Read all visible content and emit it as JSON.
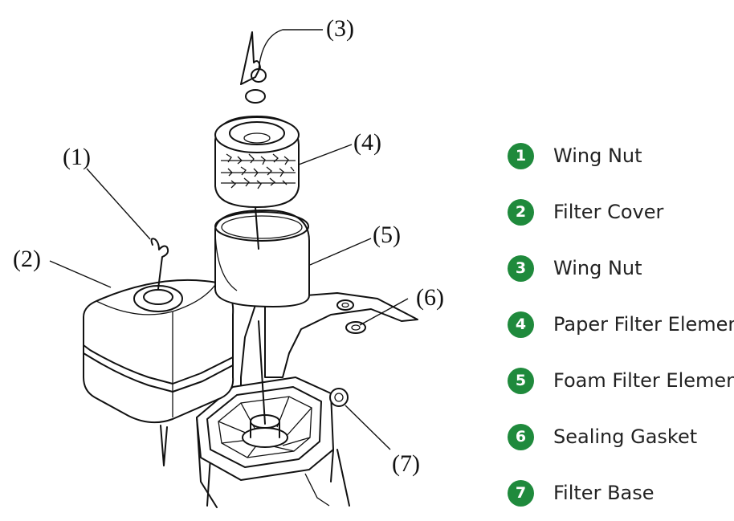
{
  "accent_color": "#1f8a3c",
  "callouts": [
    "(1)",
    "(2)",
    "(3)",
    "(4)",
    "(5)",
    "(6)",
    "(7)"
  ],
  "legend": [
    {
      "number": "1",
      "label": "Wing Nut"
    },
    {
      "number": "2",
      "label": "Filter Cover"
    },
    {
      "number": "3",
      "label": "Wing Nut"
    },
    {
      "number": "4",
      "label": "Paper Filter Element"
    },
    {
      "number": "5",
      "label": "Foam Filter Element"
    },
    {
      "number": "6",
      "label": "Sealing Gasket"
    },
    {
      "number": "7",
      "label": "Filter Base"
    }
  ]
}
